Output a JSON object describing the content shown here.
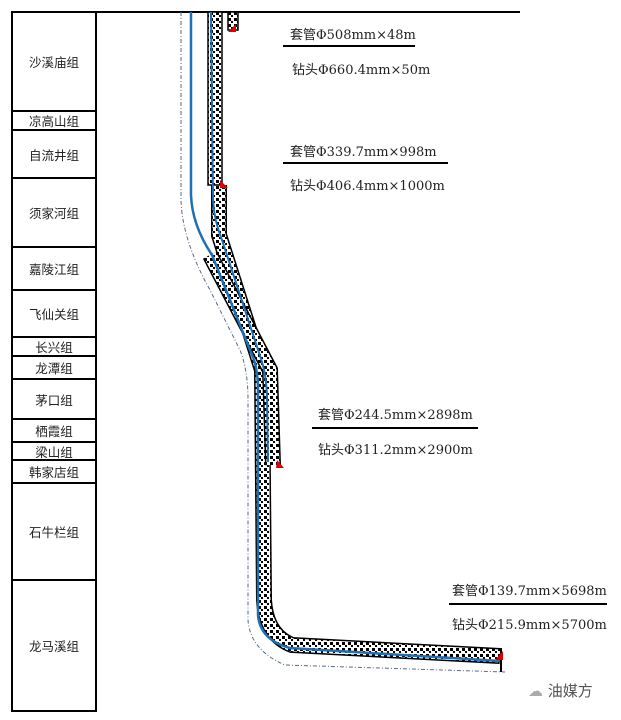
{
  "strata": [
    {
      "name": "沙溪庙组"
    },
    {
      "name": "凉高山组"
    },
    {
      "name": "自流井组"
    },
    {
      "name": "须家河组"
    },
    {
      "name": "嘉陵江组"
    },
    {
      "name": "飞仙关组"
    },
    {
      "name": "长兴组"
    },
    {
      "name": "龙潭组"
    },
    {
      "name": "茅口组"
    },
    {
      "name": "栖霞组"
    },
    {
      "name": "梁山组"
    },
    {
      "name": "韩家店组"
    },
    {
      "name": "石牛栏组"
    },
    {
      "name": "龙马溪组"
    }
  ],
  "casings": [
    {
      "casing": "套管Φ508mm×48m",
      "bit": "钻头Φ660.4mm×50m"
    },
    {
      "casing": "套管Φ339.7mm×998m",
      "bit": "钻头Φ406.4mm×1000m"
    },
    {
      "casing": "套管Φ244.5mm×2898m",
      "bit": "钻头Φ311.2mm×2900m"
    },
    {
      "casing": "套管Φ139.7mm×5698m",
      "bit": "钻头Φ215.9mm×5700m"
    }
  ],
  "watermark": "油媒方",
  "colors": {
    "casing_line": "#1f6fb2",
    "shoe": "#e00000"
  }
}
